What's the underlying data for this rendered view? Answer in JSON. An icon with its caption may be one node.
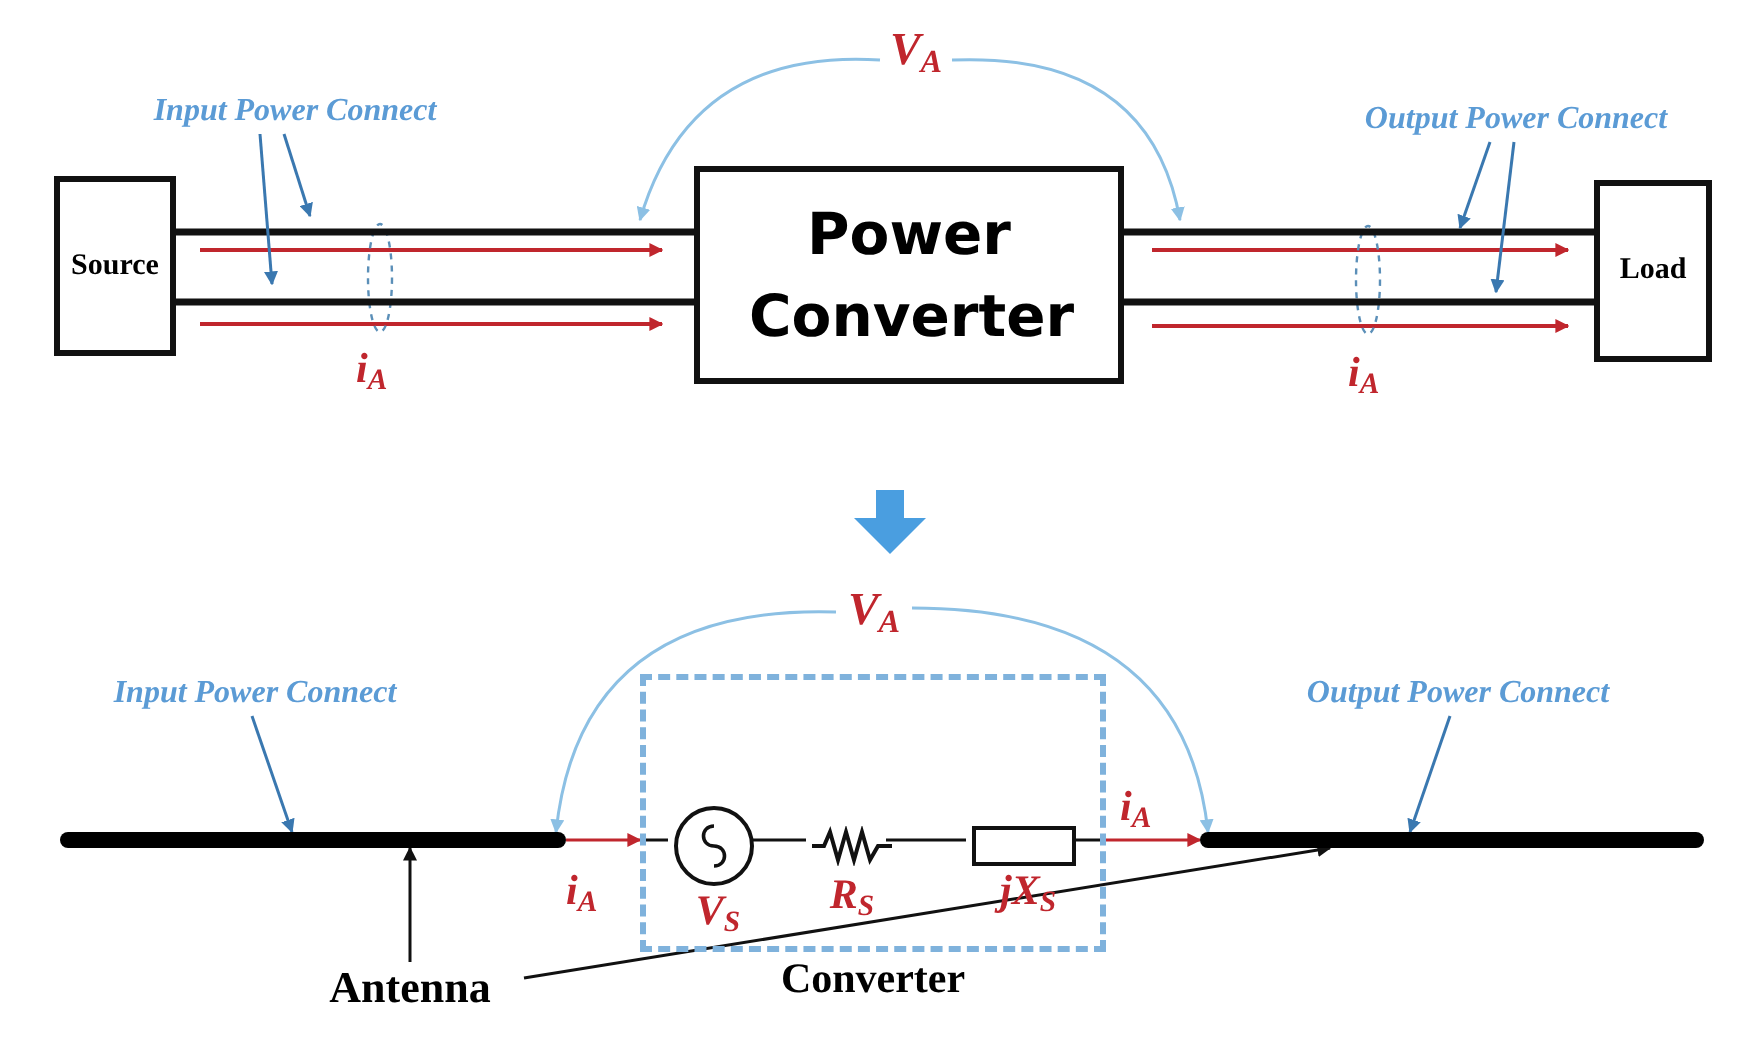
{
  "diagram": {
    "nodes": [
      {
        "text": [
          "Source"
        ]
      },
      {
        "text": [
          "Power Converter"
        ]
      },
      {
        "text": [
          "Load"
        ]
      },
      {
        "text": [
          "Input Power Connect"
        ]
      },
      {
        "text": [
          "Output Power Connect"
        ]
      },
      {
        "text": [
          "V$_{A}$"
        ]
      },
      {
        "text": [
          "V$_{A}$"
        ]
      },
      {
        "text": [
          "Input Power Connect"
        ]
      },
      {
        "text": [
          "Output Power Connect"
        ]
      },
      {
        "text": [
          "Converter"
        ]
      },
      {
        "text": [],
        "shape": "circle",
        "in": 9,
        "beside": [
          "V$_{S}$"
        ]
      },
      {
        "text": [],
        "shape": "zigzag",
        "in": 9,
        "beside": [
          "R$_{S}$"
        ]
      },
      {
        "text": [],
        "shape": "box",
        "in": 9,
        "beside": [
          "jX$_{S}$"
        ]
      },
      {
        "text": [],
        "shape": "bar"
      },
      {
        "text": [],
        "shape": "bar"
      },
      {
        "text": [
          "Antenna"
        ]
      }
    ],
    "edges": [
      {
        "from": 0,
        "to": 1,
        "arrow": "none",
        "style": "thick"
      },
      {
        "from": 0,
        "to": 1,
        "arrow": "none",
        "style": "thick"
      },
      {
        "from": 1,
        "to": 2,
        "arrow": "none",
        "style": "thick"
      },
      {
        "from": 1,
        "to": 2,
        "arrow": "none",
        "style": "thick"
      },
      {
        "from": 3,
        "to": null,
        "arrow": "to",
        "color": "#3a78b0"
      },
      {
        "from": 3,
        "to": null,
        "arrow": "to",
        "color": "#3a78b0"
      },
      {
        "from": 4,
        "to": null,
        "arrow": "to",
        "color": "#3a78b0"
      },
      {
        "from": 4,
        "to": null,
        "arrow": "to",
        "color": "#3a78b0"
      },
      {
        "from": 5,
        "to": null,
        "arrow": "to",
        "color": "#8cc0e4"
      },
      {
        "from": 5,
        "to": null,
        "arrow": "to",
        "color": "#8cc0e4"
      },
      {
        "from": 6,
        "to": 13,
        "arrow": "to",
        "color": "#8cc0e4"
      },
      {
        "from": 6,
        "to": 14,
        "arrow": "to",
        "color": "#8cc0e4"
      },
      {
        "from": 7,
        "to": 13,
        "arrow": "to",
        "color": "#3a78b0"
      },
      {
        "from": 8,
        "to": 14,
        "arrow": "to",
        "color": "#3a78b0"
      },
      {
        "from": 13,
        "to": 9,
        "arrow": "to",
        "label": "i$_{A}$",
        "color": "#c0262d"
      },
      {
        "from": 9,
        "to": 14,
        "arrow": "to",
        "label": "i$_{A}$",
        "color": "#c0262d"
      },
      {
        "from": 10,
        "to": 11,
        "arrow": "none"
      },
      {
        "from": 11,
        "to": 12,
        "arrow": "none"
      },
      {
        "from": 15,
        "to": 13,
        "arrow": "to"
      },
      {
        "from": 15,
        "to": 14,
        "arrow": "to"
      }
    ],
    "labels": [
      "i$_{A}$",
      "i$_{A}$"
    ]
  }
}
